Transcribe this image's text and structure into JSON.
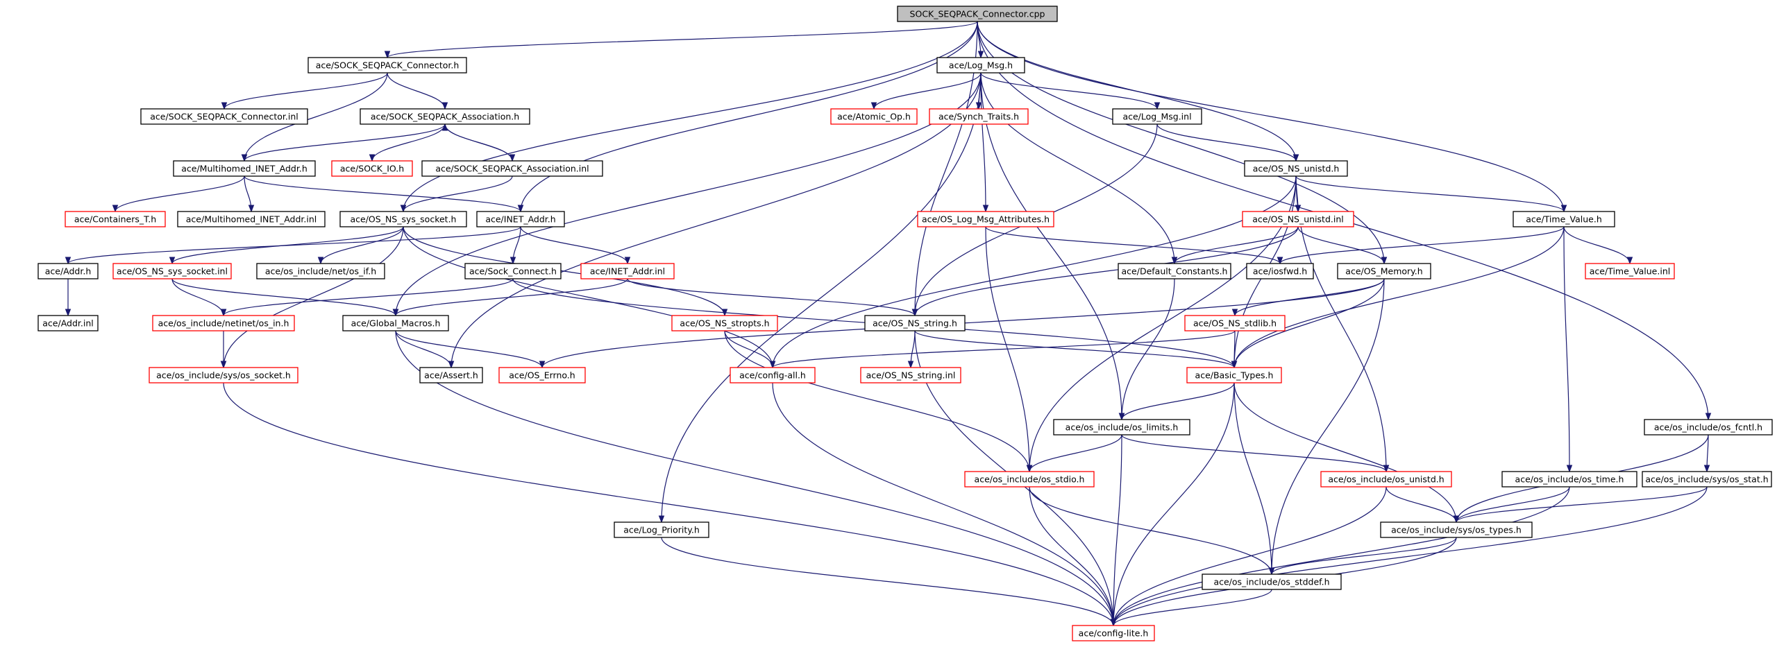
{
  "colors": {
    "edge": "#191970",
    "normal_border": "#000000",
    "missing_border": "#ff0000",
    "root_fill": "#bfbfbf",
    "node_fill": "#ffffff"
  },
  "nodes": {
    "root": {
      "label": "SOCK_SEQPACK_Connector.cpp",
      "kind": "root"
    },
    "sscon_h": {
      "label": "ace/SOCK_SEQPACK_Connector.h",
      "kind": "normal"
    },
    "sscon_i": {
      "label": "ace/SOCK_SEQPACK_Connector.inl",
      "kind": "normal"
    },
    "ssass_h": {
      "label": "ace/SOCK_SEQPACK_Association.h",
      "kind": "normal"
    },
    "ssass_i": {
      "label": "ace/SOCK_SEQPACK_Association.inl",
      "kind": "normal"
    },
    "sockio": {
      "label": "ace/SOCK_IO.h",
      "kind": "missing"
    },
    "mh_h": {
      "label": "ace/Multihomed_INET_Addr.h",
      "kind": "normal"
    },
    "mh_i": {
      "label": "ace/Multihomed_INET_Addr.inl",
      "kind": "normal"
    },
    "cont": {
      "label": "ace/Containers_T.h",
      "kind": "missing"
    },
    "nssock_h": {
      "label": "ace/OS_NS_sys_socket.h",
      "kind": "normal"
    },
    "nssock_i": {
      "label": "ace/OS_NS_sys_socket.inl",
      "kind": "missing"
    },
    "inet_h": {
      "label": "ace/INET_Addr.h",
      "kind": "normal"
    },
    "inet_i": {
      "label": "ace/INET_Addr.inl",
      "kind": "missing"
    },
    "addr_h": {
      "label": "ace/Addr.h",
      "kind": "normal"
    },
    "addr_i": {
      "label": "ace/Addr.inl",
      "kind": "normal"
    },
    "netif": {
      "label": "ace/os_include/net/os_if.h",
      "kind": "normal"
    },
    "sockcon": {
      "label": "ace/Sock_Connect.h",
      "kind": "normal"
    },
    "osin": {
      "label": "ace/os_include/netinet/os_in.h",
      "kind": "missing"
    },
    "gmac": {
      "label": "ace/Global_Macros.h",
      "kind": "normal"
    },
    "ossock": {
      "label": "ace/os_include/sys/os_socket.h",
      "kind": "missing"
    },
    "assert": {
      "label": "ace/Assert.h",
      "kind": "normal"
    },
    "oserrno": {
      "label": "ace/OS_Errno.h",
      "kind": "missing"
    },
    "logmsg": {
      "label": "ace/Log_Msg.h",
      "kind": "normal"
    },
    "atomic": {
      "label": "ace/Atomic_Op.h",
      "kind": "missing"
    },
    "synch": {
      "label": "ace/Synch_Traits.h",
      "kind": "missing"
    },
    "logmsgi": {
      "label": "ace/Log_Msg.inl",
      "kind": "normal"
    },
    "unistd": {
      "label": "ace/OS_NS_unistd.h",
      "kind": "normal"
    },
    "unistdi": {
      "label": "ace/OS_NS_unistd.inl",
      "kind": "missing"
    },
    "lmattr": {
      "label": "ace/OS_Log_Msg_Attributes.h",
      "kind": "missing"
    },
    "defc": {
      "label": "ace/Default_Constants.h",
      "kind": "normal"
    },
    "iosfwd": {
      "label": "ace/iosfwd.h",
      "kind": "normal"
    },
    "osmem": {
      "label": "ace/OS_Memory.h",
      "kind": "normal"
    },
    "tv_h": {
      "label": "ace/Time_Value.h",
      "kind": "normal"
    },
    "tv_i": {
      "label": "ace/Time_Value.inl",
      "kind": "missing"
    },
    "strops": {
      "label": "ace/OS_NS_stropts.h",
      "kind": "missing"
    },
    "nsstr_h": {
      "label": "ace/OS_NS_string.h",
      "kind": "normal"
    },
    "nsstr_i": {
      "label": "ace/OS_NS_string.inl",
      "kind": "missing"
    },
    "cfgall": {
      "label": "ace/config-all.h",
      "kind": "missing"
    },
    "stdlib": {
      "label": "ace/OS_NS_stdlib.h",
      "kind": "missing"
    },
    "btypes": {
      "label": "ace/Basic_Types.h",
      "kind": "missing"
    },
    "limits": {
      "label": "ace/os_include/os_limits.h",
      "kind": "normal"
    },
    "stdio": {
      "label": "ace/os_include/os_stdio.h",
      "kind": "missing"
    },
    "osunistd": {
      "label": "ace/os_include/os_unistd.h",
      "kind": "missing"
    },
    "fcntl": {
      "label": "ace/os_include/os_fcntl.h",
      "kind": "normal"
    },
    "ostime": {
      "label": "ace/os_include/os_time.h",
      "kind": "normal"
    },
    "osstat": {
      "label": "ace/os_include/sys/os_stat.h",
      "kind": "normal"
    },
    "types": {
      "label": "ace/os_include/sys/os_types.h",
      "kind": "normal"
    },
    "stddef": {
      "label": "ace/os_include/os_stddef.h",
      "kind": "normal"
    },
    "logprio": {
      "label": "ace/Log_Priority.h",
      "kind": "normal"
    },
    "cfglite": {
      "label": "ace/config-lite.h",
      "kind": "missing"
    }
  },
  "edges": [
    [
      "root",
      "sscon_h"
    ],
    [
      "root",
      "logmsg"
    ],
    [
      "root",
      "inet_h"
    ],
    [
      "root",
      "nssock_h"
    ],
    [
      "root",
      "nsstr_h"
    ],
    [
      "root",
      "unistd"
    ],
    [
      "root",
      "osmem"
    ],
    [
      "root",
      "tv_h"
    ],
    [
      "root",
      "fcntl"
    ],
    [
      "sscon_h",
      "sscon_i"
    ],
    [
      "sscon_h",
      "ssass_h"
    ],
    [
      "sscon_h",
      "mh_h"
    ],
    [
      "ssass_h",
      "mh_h"
    ],
    [
      "ssass_h",
      "sockio"
    ],
    [
      "ssass_h",
      "ssass_i"
    ],
    [
      "ssass_i",
      "ssass_h"
    ],
    [
      "ssass_i",
      "nssock_h"
    ],
    [
      "mh_h",
      "cont"
    ],
    [
      "mh_h",
      "mh_i"
    ],
    [
      "mh_h",
      "inet_h"
    ],
    [
      "nssock_h",
      "nssock_i"
    ],
    [
      "nssock_h",
      "netif"
    ],
    [
      "nssock_h",
      "cfgall"
    ],
    [
      "nssock_h",
      "ossock"
    ],
    [
      "nssock_h",
      "strops"
    ],
    [
      "inet_h",
      "addr_h"
    ],
    [
      "inet_h",
      "sockcon"
    ],
    [
      "inet_h",
      "inet_i"
    ],
    [
      "addr_h",
      "addr_i"
    ],
    [
      "nssock_i",
      "osin"
    ],
    [
      "nssock_i",
      "gmac"
    ],
    [
      "osin",
      "ossock"
    ],
    [
      "sockcon",
      "osin"
    ],
    [
      "sockcon",
      "btypes"
    ],
    [
      "inet_i",
      "gmac"
    ],
    [
      "inet_i",
      "nsstr_h"
    ],
    [
      "gmac",
      "assert"
    ],
    [
      "gmac",
      "oserrno"
    ],
    [
      "gmac",
      "cfglite"
    ],
    [
      "ossock",
      "cfglite"
    ],
    [
      "logmsg",
      "atomic"
    ],
    [
      "logmsg",
      "synch"
    ],
    [
      "logmsg",
      "logmsgi"
    ],
    [
      "logmsg",
      "lmattr"
    ],
    [
      "logmsg",
      "defc"
    ],
    [
      "logmsg",
      "limits"
    ],
    [
      "logmsg",
      "gmac"
    ],
    [
      "logmsg",
      "assert"
    ],
    [
      "logmsg",
      "logprio"
    ],
    [
      "logmsgi",
      "unistd"
    ],
    [
      "logmsgi",
      "nsstr_h"
    ],
    [
      "unistd",
      "unistdi"
    ],
    [
      "unistd",
      "tv_h"
    ],
    [
      "unistd",
      "cfgall"
    ],
    [
      "unistd",
      "stdio"
    ],
    [
      "unistd",
      "btypes"
    ],
    [
      "unistd",
      "osunistd"
    ],
    [
      "unistdi",
      "defc"
    ],
    [
      "unistdi",
      "osmem"
    ],
    [
      "unistdi",
      "nsstr_h"
    ],
    [
      "lmattr",
      "iosfwd"
    ],
    [
      "lmattr",
      "stdio"
    ],
    [
      "osmem",
      "stdlib"
    ],
    [
      "osmem",
      "btypes"
    ],
    [
      "osmem",
      "oserrno"
    ],
    [
      "osmem",
      "stddef"
    ],
    [
      "tv_h",
      "iosfwd"
    ],
    [
      "tv_h",
      "tv_i"
    ],
    [
      "tv_h",
      "btypes"
    ],
    [
      "tv_h",
      "ostime"
    ],
    [
      "strops",
      "cfgall"
    ],
    [
      "strops",
      "stdio"
    ],
    [
      "nsstr_h",
      "nsstr_i"
    ],
    [
      "nsstr_h",
      "btypes"
    ],
    [
      "nsstr_h",
      "cfglite"
    ],
    [
      "stdlib",
      "btypes"
    ],
    [
      "stdlib",
      "cfgall"
    ],
    [
      "cfgall",
      "cfglite"
    ],
    [
      "defc",
      "limits"
    ],
    [
      "btypes",
      "limits"
    ],
    [
      "btypes",
      "types"
    ],
    [
      "btypes",
      "stddef"
    ],
    [
      "btypes",
      "cfglite"
    ],
    [
      "limits",
      "stdio"
    ],
    [
      "limits",
      "osunistd"
    ],
    [
      "limits",
      "cfglite"
    ],
    [
      "stdio",
      "stddef"
    ],
    [
      "stdio",
      "cfglite"
    ],
    [
      "osunistd",
      "types"
    ],
    [
      "osunistd",
      "cfglite"
    ],
    [
      "fcntl",
      "osstat"
    ],
    [
      "fcntl",
      "types"
    ],
    [
      "ostime",
      "types"
    ],
    [
      "ostime",
      "cfglite"
    ],
    [
      "osstat",
      "types"
    ],
    [
      "osstat",
      "cfglite"
    ],
    [
      "types",
      "stddef"
    ],
    [
      "types",
      "cfglite"
    ],
    [
      "stddef",
      "cfglite"
    ],
    [
      "logprio",
      "cfglite"
    ]
  ]
}
